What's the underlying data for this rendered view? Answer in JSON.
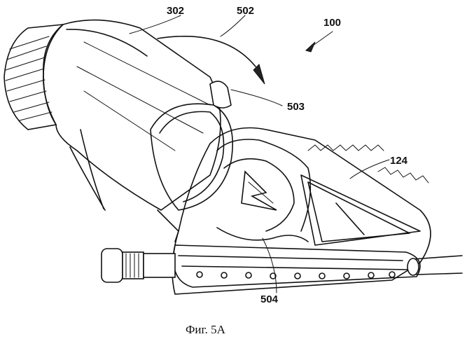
{
  "figure": {
    "caption": "Фиг. 5A",
    "labels": {
      "l302": "302",
      "l502": "502",
      "l100": "100",
      "l503": "503",
      "l124": "124",
      "l504": "504"
    }
  }
}
